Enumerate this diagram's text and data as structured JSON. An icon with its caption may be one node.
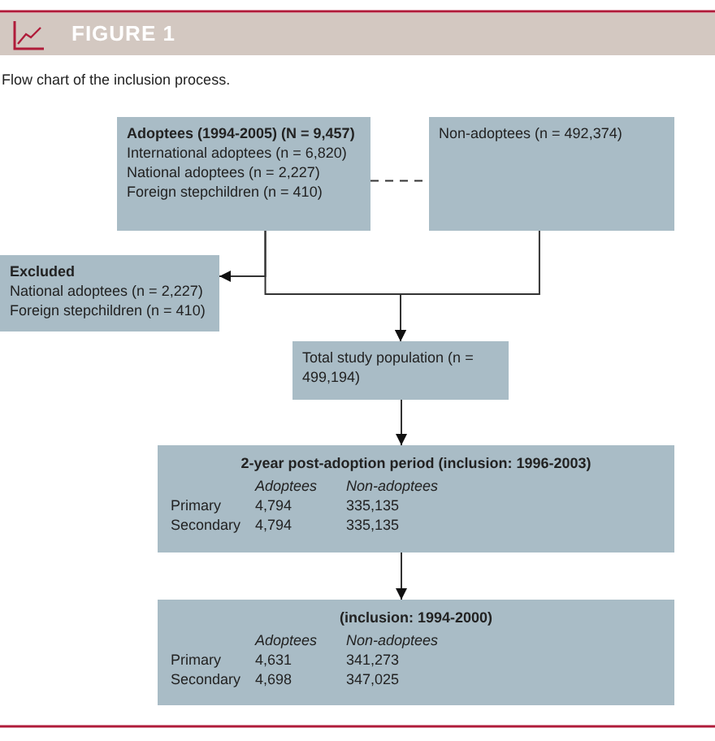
{
  "diagram": {
    "title": "FIGURE 1",
    "caption": "Flow chart of the inclusion process.",
    "nodes": [
      {
        "text": [
          "Adoptees (1994-2005) (N = 9,457)",
          "International adoptees (n = 6,820)",
          "National adoptees (n = 2,227)",
          "Foreign stepchildren (n = 410)"
        ]
      },
      {
        "text": [
          "Non-adoptees (n = 492,374)"
        ]
      },
      {
        "text": [
          "Excluded",
          "National adoptees (n = 2,227)",
          "Foreign stepchildren (n = 410)"
        ]
      },
      {
        "text": [
          "Total study population (n = 499,194)"
        ]
      },
      {
        "text": [
          "2-year post-adoption period (inclusion: 1996-2003)",
          "Adoptees",
          "Non-adoptees",
          "Primary",
          "4,794",
          "335,135",
          "Secondary",
          "4,794",
          "335,135"
        ]
      },
      {
        "text": [
          "(inclusion: 1994-2000)",
          "Adoptees",
          "Non-adoptees",
          "Primary",
          "4,631",
          "341,273",
          "Secondary",
          "4,698",
          "347,025"
        ]
      }
    ],
    "edges": [
      {
        "from": 0,
        "to": 1,
        "arrow": "none",
        "style": "dashed"
      },
      {
        "from": 0,
        "to": 2,
        "arrow": "to"
      },
      {
        "from": 0,
        "to": 3,
        "arrow": "to"
      },
      {
        "from": 1,
        "to": 3,
        "arrow": "to"
      },
      {
        "from": 3,
        "to": 4,
        "arrow": "to"
      },
      {
        "from": 4,
        "to": 5,
        "arrow": "to"
      }
    ]
  }
}
